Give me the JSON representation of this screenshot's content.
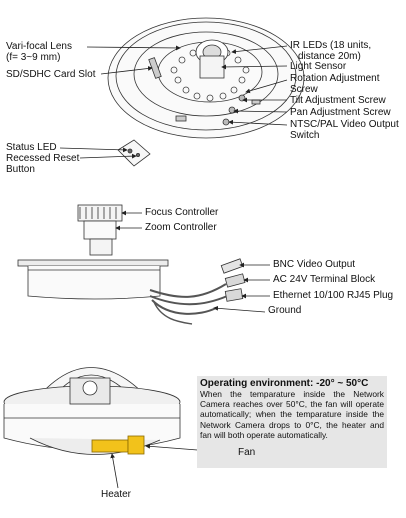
{
  "top_labels": {
    "varifocal_lens": "Vari-focal Lens",
    "varifocal_lens_spec": "(f= 3~9 mm)",
    "sd_card_slot": "SD/SDHC Card Slot",
    "ir_leds": "IR LEDs (18 units,",
    "ir_leds_distance": "distance 20m)",
    "light_sensor": "Light Sensor",
    "rotation_screw_1": "Rotation Adjustment",
    "rotation_screw_2": "Screw",
    "tilt_screw": "Tilt Adjustment Screw",
    "pan_screw": "Pan Adjustment Screw",
    "ntsc_switch_1": "NTSC/PAL Video Output",
    "ntsc_switch_2": "Switch",
    "status_led": "Status LED",
    "reset_button_1": "Recessed Reset",
    "reset_button_2": "Button"
  },
  "middle_labels": {
    "focus_controller": "Focus Controller",
    "zoom_controller": "Zoom Controller",
    "bnc_output": "BNC Video Output",
    "ac_terminal": "AC 24V Terminal Block",
    "ethernet_plug": "Ethernet 10/100 RJ45 Plug",
    "ground": "Ground"
  },
  "bottom_labels": {
    "fan": "Fan",
    "heater": "Heater"
  },
  "operating_box": {
    "title": "Operating environment: -20° ~ 50°C",
    "text": "When the temparature inside the Network Camera reaches over 50°C, the fan will operate automatically; when the temparature inside the Network Camera drops to 0°C, the heater and fan will both operate automatically."
  },
  "colors": {
    "line": "#222222",
    "box_fill": "#e6e6e6",
    "heater_fan": "#f2c21b"
  }
}
